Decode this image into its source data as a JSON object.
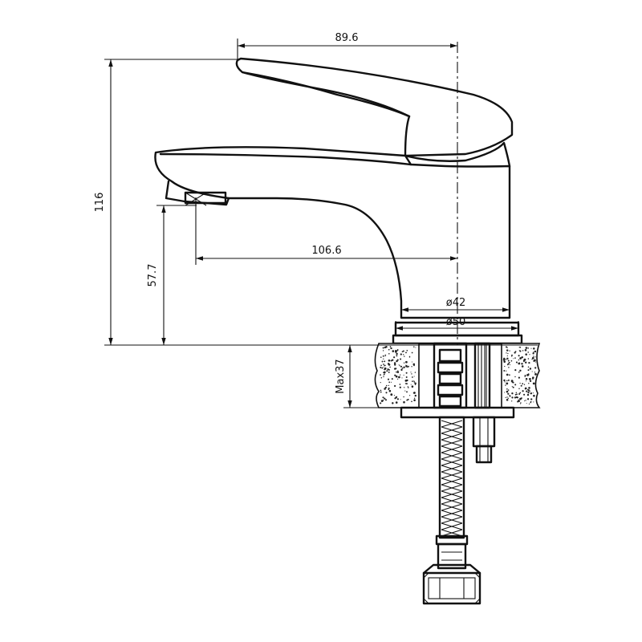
{
  "dimensions": {
    "top_width": "89.6",
    "total_height": "116",
    "spout_reach": "106.6",
    "spout_height": "57.7",
    "body_diameter": "ø42",
    "base_diameter": "ø50",
    "max_counter_thickness": "Max37"
  },
  "colors": {
    "line": "#111111",
    "background": "#ffffff"
  }
}
